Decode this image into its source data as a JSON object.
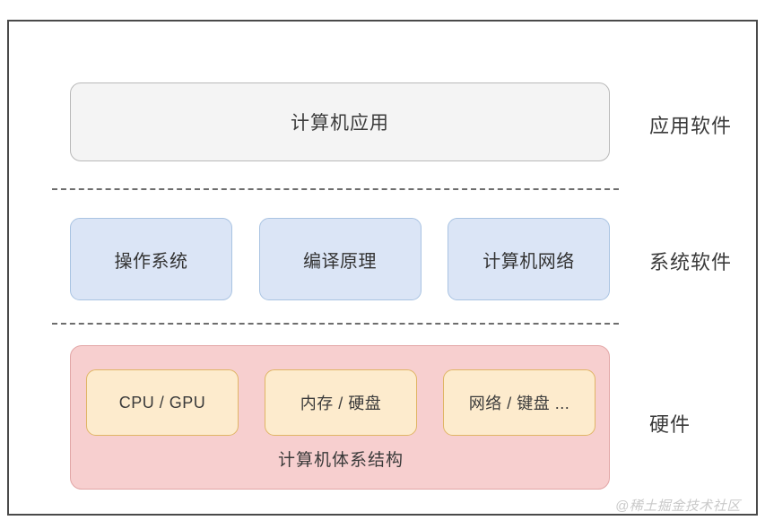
{
  "diagram": {
    "layers": [
      {
        "id": "application",
        "side_label": "应用软件",
        "boxes": [
          {
            "label": "计算机应用"
          }
        ]
      },
      {
        "id": "system-software",
        "side_label": "系统软件",
        "boxes": [
          {
            "label": "操作系统"
          },
          {
            "label": "编译原理"
          },
          {
            "label": "计算机网络"
          }
        ]
      },
      {
        "id": "hardware",
        "side_label": "硬件",
        "caption": "计算机体系结构",
        "boxes": [
          {
            "label": "CPU / GPU"
          },
          {
            "label": "内存 / 硬盘"
          },
          {
            "label": "网络 / 键盘 ..."
          }
        ]
      }
    ],
    "colors": {
      "application_fill": "#f4f4f4",
      "application_border": "#b9b9b9",
      "system_fill": "#dbe5f6",
      "system_border": "#a9c3e2",
      "hardware_container_fill": "#f7cfcf",
      "hardware_container_border": "#e2a6a6",
      "hardware_box_fill": "#fdebcd",
      "hardware_box_border": "#e0b565",
      "divider": "#6d6d6d",
      "frame_border": "#4a4a4a",
      "text": "#3a3a3a",
      "watermark": "#c9c9c9"
    }
  },
  "watermark": {
    "text": "@稀土掘金技术社区"
  }
}
